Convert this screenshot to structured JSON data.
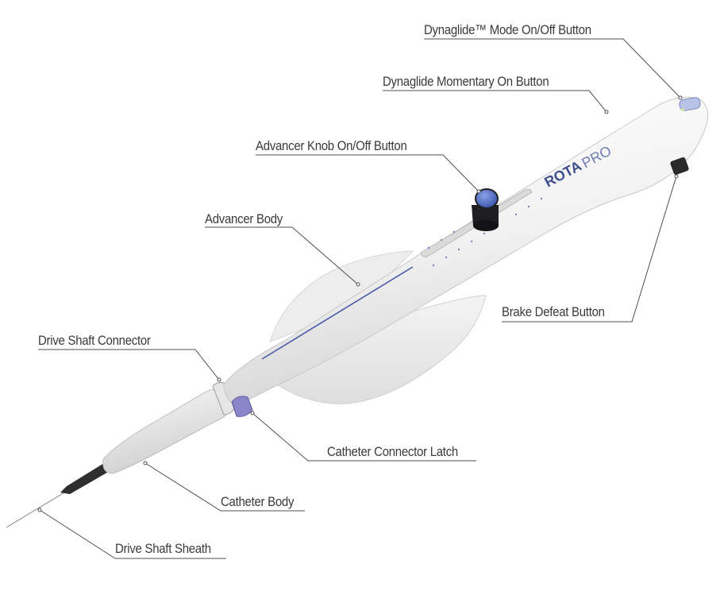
{
  "figure": {
    "brand_logo": {
      "text_left": "ROTA",
      "text_right": "PRO",
      "color": "#3d4f8c"
    },
    "colors": {
      "body_light": "#f7f7f7",
      "body_shade": "#dcdcdc",
      "accent_line": "#4a5aa8",
      "knob_dark": "#1e1e22",
      "knob_cap": "#4b6bc7",
      "latch": "#8a86c7",
      "tip_dark": "#333333",
      "leader_line": "#555555"
    }
  },
  "callouts": [
    {
      "id": "dynaglide-mode",
      "label": "Dynaglide™ Mode On/Off Button"
    },
    {
      "id": "dynaglide-momentary",
      "label": "Dynaglide Momentary On Button"
    },
    {
      "id": "advancer-knob",
      "label": "Advancer Knob On/Off Button"
    },
    {
      "id": "advancer-body",
      "label": "Advancer Body"
    },
    {
      "id": "brake-defeat",
      "label": "Brake Defeat Button"
    },
    {
      "id": "drive-shaft-connector",
      "label": "Drive Shaft Connector"
    },
    {
      "id": "catheter-connector-latch",
      "label": "Catheter Connector Latch"
    },
    {
      "id": "catheter-body",
      "label": "Catheter Body"
    },
    {
      "id": "drive-shaft-sheath",
      "label": "Drive Shaft Sheath"
    }
  ]
}
